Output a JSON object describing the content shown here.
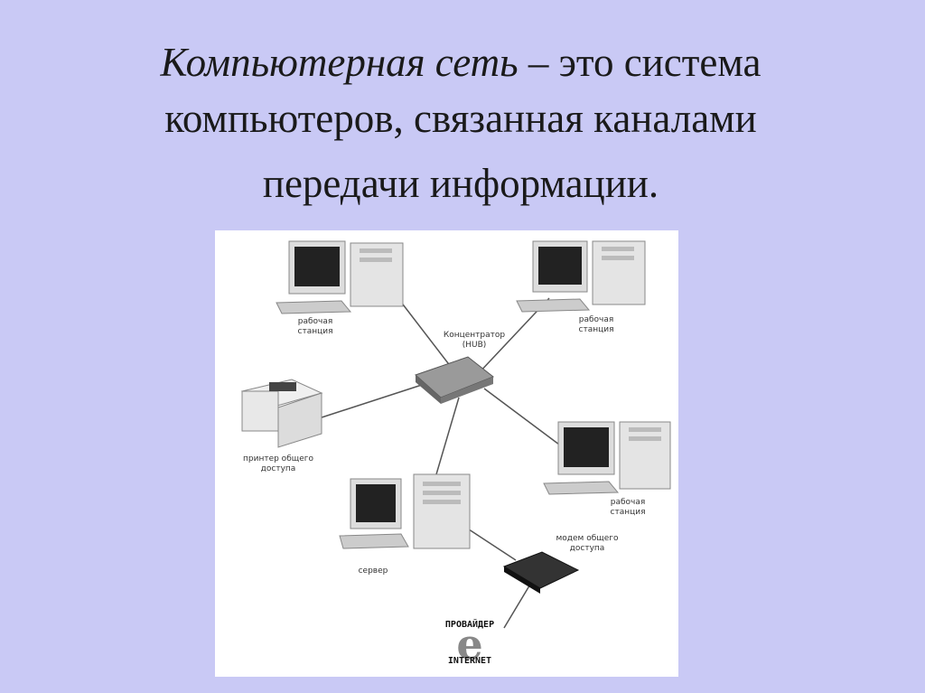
{
  "title": {
    "term": "Компьютерная сеть",
    "rest_line1": " – это система",
    "line2": "компьютеров, связанная каналами",
    "line3": "передачи информации."
  },
  "diagram": {
    "nodes": {
      "workstation_top_left": "рабочая\nстанция",
      "workstation_top_right": "рабочая\nстанция",
      "hub": "Концентратор\n(HUB)",
      "printer": "принтер общего\nдоступа",
      "workstation_right": "рабочая\nстанция",
      "server": "сервер",
      "modem": "модем общего\nдоступа",
      "provider": "ПРОВАЙДЕР",
      "internet": "INTERNET"
    }
  }
}
